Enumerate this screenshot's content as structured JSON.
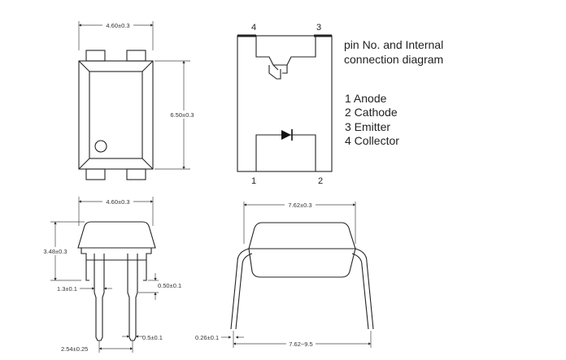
{
  "top_view": {
    "width_dim": "4.60±0.3",
    "height_dim": "6.50±0.3"
  },
  "internal": {
    "pin_top_left": "4",
    "pin_top_right": "3",
    "pin_bottom_left": "1",
    "pin_bottom_right": "2"
  },
  "legend": {
    "title_line1": "pin No. and Internal",
    "title_line2": "connection diagram",
    "items": [
      "1  Anode",
      "2  Cathode",
      "3  Emitter",
      "4  Collector"
    ]
  },
  "side_view": {
    "width_dim": "4.60±0.3",
    "height_dim": "3.48±0.3",
    "lead_offset_dim": "1.3±0.1",
    "standoff_dim": "0.50±0.1",
    "lead_width_dim": "0.5±0.1",
    "pitch_dim": "2.54±0.25"
  },
  "end_view": {
    "width_dim": "7.62±0.3",
    "thickness_dim": "0.26±0.1",
    "span_dim": "7.62~9.5"
  }
}
